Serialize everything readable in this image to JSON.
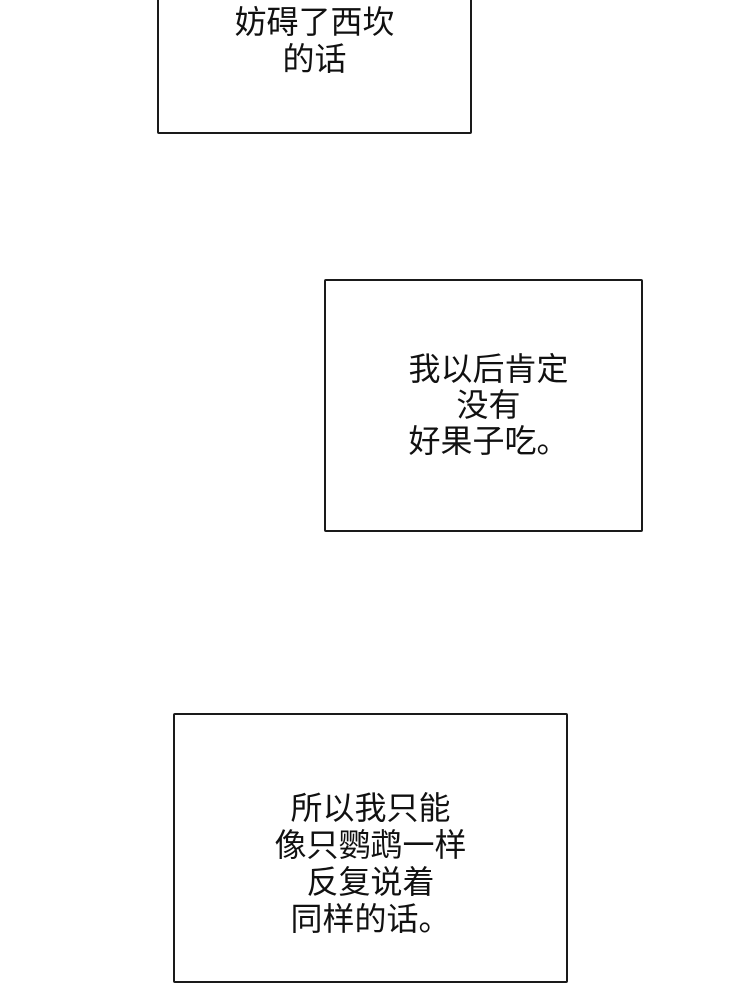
{
  "captions": [
    {
      "lines": [
        "妨碍了西坎",
        "的话"
      ]
    },
    {
      "lines": [
        "我以后肯定",
        "没有",
        "好果子吃。"
      ]
    },
    {
      "lines": [
        "所以我只能",
        "像只鹦鹉一样",
        "反复说着",
        "同样的话。"
      ]
    }
  ]
}
